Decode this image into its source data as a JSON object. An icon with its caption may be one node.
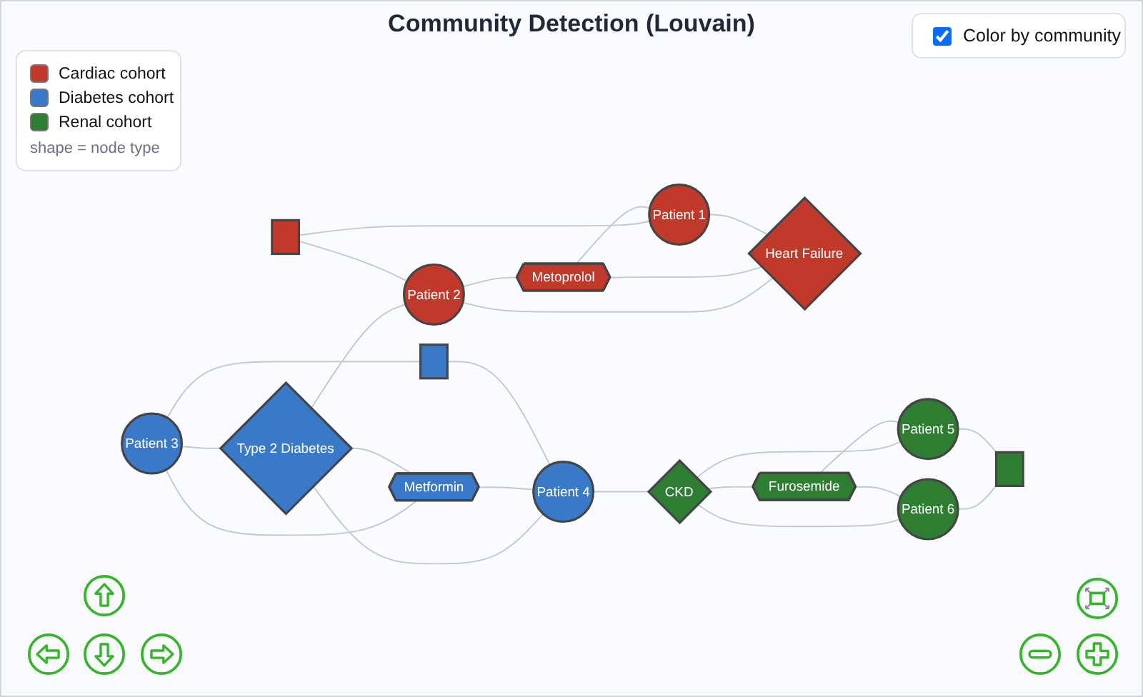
{
  "diagram": {
    "title": "Community Detection (Louvain)",
    "nodes": [
      {
        "text": [
          "Patient 3"
        ]
      },
      {
        "text": [],
        "shape": "box"
      },
      {
        "text": [
          "Metformin"
        ]
      },
      {
        "text": [
          "Type 2 Diabetes"
        ]
      },
      {
        "text": [
          "Patient 4"
        ]
      },
      {
        "text": [],
        "shape": "box"
      },
      {
        "text": [
          "Patient 2"
        ]
      },
      {
        "text": [
          "Metoprolol"
        ]
      },
      {
        "text": [
          "Patient 1"
        ]
      },
      {
        "text": [
          "Heart Failure"
        ]
      },
      {
        "text": [
          "CKD"
        ]
      },
      {
        "text": [
          "Patient 6"
        ]
      },
      {
        "text": [
          "Furosemide"
        ]
      },
      {
        "text": [
          "Patient 5"
        ]
      },
      {
        "text": [],
        "shape": "box"
      }
    ],
    "edges": [
      {
        "from": 0,
        "to": 1,
        "arrow": "none"
      },
      {
        "from": 0,
        "to": 2,
        "arrow": "none"
      },
      {
        "from": 0,
        "to": 3,
        "arrow": "none"
      },
      {
        "from": 3,
        "to": 2,
        "arrow": "none"
      },
      {
        "from": 3,
        "to": 4,
        "arrow": "none"
      },
      {
        "from": 2,
        "to": 4,
        "arrow": "none"
      },
      {
        "from": 1,
        "to": 4,
        "arrow": "none"
      },
      {
        "from": 3,
        "to": 6,
        "arrow": "none"
      },
      {
        "from": 5,
        "to": 6,
        "arrow": "none"
      },
      {
        "from": 5,
        "to": 8,
        "arrow": "none"
      },
      {
        "from": 6,
        "to": 7,
        "arrow": "none"
      },
      {
        "from": 6,
        "to": 9,
        "arrow": "none"
      },
      {
        "from": 7,
        "to": 8,
        "arrow": "none"
      },
      {
        "from": 7,
        "to": 9,
        "arrow": "none"
      },
      {
        "from": 8,
        "to": 9,
        "arrow": "none"
      },
      {
        "from": 4,
        "to": 10,
        "arrow": "none"
      },
      {
        "from": 10,
        "to": 11,
        "arrow": "none"
      },
      {
        "from": 10,
        "to": 12,
        "arrow": "none"
      },
      {
        "from": 10,
        "to": 13,
        "arrow": "none"
      },
      {
        "from": 12,
        "to": 11,
        "arrow": "none"
      },
      {
        "from": 12,
        "to": 13,
        "arrow": "none"
      },
      {
        "from": 11,
        "to": 14,
        "arrow": "none"
      },
      {
        "from": 13,
        "to": 14,
        "arrow": "none"
      }
    ],
    "labels": [
      "Color by community",
      "shape = node type"
    ],
    "legend": [
      {
        "text": "Cardiac cohort",
        "color": "#c0392b"
      },
      {
        "text": "Diabetes cohort",
        "color": "#3a78c8"
      },
      {
        "text": "Renal cohort",
        "color": "#2e7d32"
      }
    ]
  }
}
